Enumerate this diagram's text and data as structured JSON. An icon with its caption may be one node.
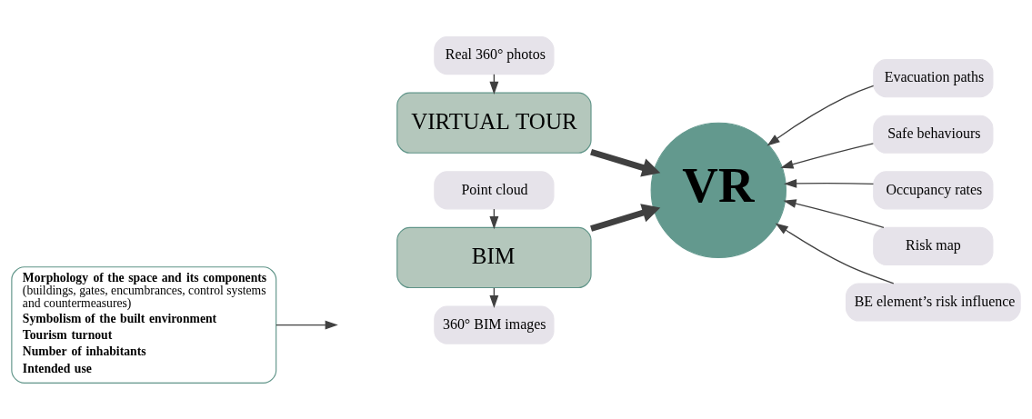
{
  "diagram": {
    "nodes": [
      {
        "text": [
          "**Morphology of the space and its components** (buildings, gates, encumbrances, control systems and countermeasures)",
          "Symbolism of the built environment",
          "Tourism turnout",
          "Number of inhabitants",
          "Intended use"
        ]
      },
      {
        "text": [
          "Point cloud"
        ]
      },
      {
        "text": [
          "BIM"
        ]
      },
      {
        "text": [
          "360° BIM images"
        ]
      },
      {
        "text": [
          "VIRTUAL TOUR"
        ]
      },
      {
        "text": [
          "Real 360° photos"
        ]
      },
      {
        "text": [
          "VR"
        ]
      },
      {
        "text": [
          "Evacuation paths"
        ]
      },
      {
        "text": [
          "Safe behaviours"
        ]
      },
      {
        "text": [
          "Occupancy rates"
        ]
      },
      {
        "text": [
          "Risk map"
        ]
      },
      {
        "text": [
          "BE element’s risk influence"
        ]
      }
    ],
    "edges": [
      {
        "from": 0,
        "to": null,
        "arrow": "to"
      },
      {
        "from": 1,
        "to": 2,
        "arrow": "to"
      },
      {
        "from": 2,
        "to": 3,
        "arrow": "to"
      },
      {
        "from": 5,
        "to": 4,
        "arrow": "to"
      },
      {
        "from": 2,
        "to": 6,
        "arrow": "to",
        "style": "thick"
      },
      {
        "from": 4,
        "to": 6,
        "arrow": "to",
        "style": "thick"
      },
      {
        "from": 7,
        "to": 6,
        "arrow": "to"
      },
      {
        "from": 8,
        "to": 6,
        "arrow": "to"
      },
      {
        "from": 9,
        "to": 6,
        "arrow": "to"
      },
      {
        "from": 10,
        "to": 6,
        "arrow": "to"
      },
      {
        "from": 11,
        "to": 6,
        "arrow": "to"
      }
    ]
  }
}
